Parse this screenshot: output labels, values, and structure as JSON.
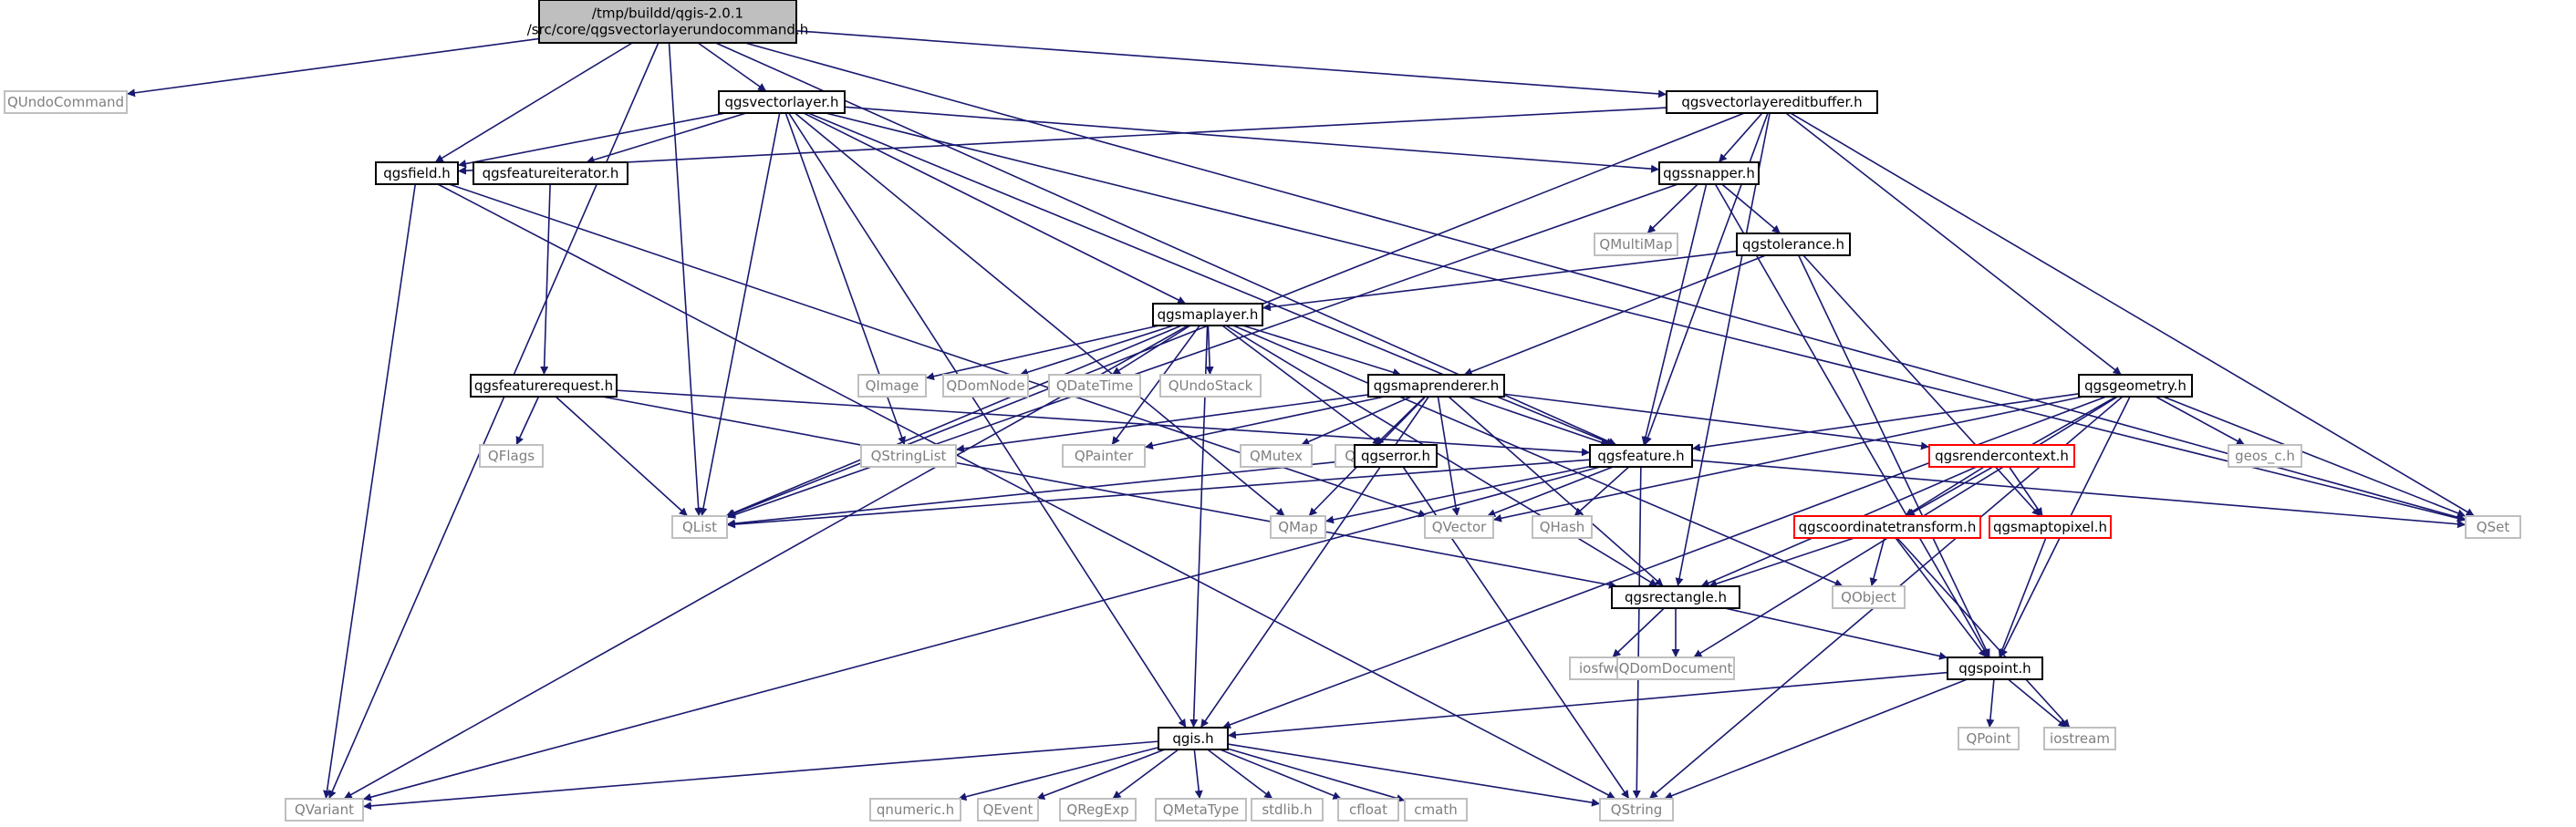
{
  "diagram": {
    "colors": {
      "edge": "#191970",
      "node_border": "#000000",
      "external_border": "#bfbfbf",
      "external_text": "#7f7f7f",
      "red_border": "#ff0000",
      "root_fill": "#bfbfbf",
      "text": "#000000"
    },
    "nodes": [
      {
        "id": "root",
        "label": "/tmp/buildd/qgis-2.0.1\n/src/core/qgsvectorlayerundocommand.h",
        "kind": "root"
      },
      {
        "id": "qundocommand",
        "label": "QUndoCommand",
        "kind": "external"
      },
      {
        "id": "qgsvectorlayer",
        "label": "qgsvectorlayer.h",
        "kind": "internal"
      },
      {
        "id": "qgsvectorlayereditbuffer",
        "label": "qgsvectorlayereditbuffer.h",
        "kind": "internal"
      },
      {
        "id": "qgsfield",
        "label": "qgsfield.h",
        "kind": "internal"
      },
      {
        "id": "qgsfeatureiterator",
        "label": "qgsfeatureiterator.h",
        "kind": "internal"
      },
      {
        "id": "qgssnapper",
        "label": "qgssnapper.h",
        "kind": "internal"
      },
      {
        "id": "qmultimap",
        "label": "QMultiMap",
        "kind": "external"
      },
      {
        "id": "qgstolerance",
        "label": "qgstolerance.h",
        "kind": "internal"
      },
      {
        "id": "qgsmaplayer",
        "label": "qgsmaplayer.h",
        "kind": "internal"
      },
      {
        "id": "qgsfeaturerequest",
        "label": "qgsfeaturerequest.h",
        "kind": "internal"
      },
      {
        "id": "qimage",
        "label": "QImage",
        "kind": "external"
      },
      {
        "id": "qdomnode",
        "label": "QDomNode",
        "kind": "external"
      },
      {
        "id": "qdatetime",
        "label": "QDateTime",
        "kind": "external"
      },
      {
        "id": "qundostack",
        "label": "QUndoStack",
        "kind": "external"
      },
      {
        "id": "qgsmaprenderer",
        "label": "qgsmaprenderer.h",
        "kind": "internal"
      },
      {
        "id": "qgsgeometry",
        "label": "qgsgeometry.h",
        "kind": "internal"
      },
      {
        "id": "qflags",
        "label": "QFlags",
        "kind": "external"
      },
      {
        "id": "qstringlist",
        "label": "QStringList",
        "kind": "external"
      },
      {
        "id": "qpainter",
        "label": "QPainter",
        "kind": "external"
      },
      {
        "id": "qmutex",
        "label": "QMutex",
        "kind": "external"
      },
      {
        "id": "qsize",
        "label": "QSize",
        "kind": "external"
      },
      {
        "id": "qgserror",
        "label": "qgserror.h",
        "kind": "internal"
      },
      {
        "id": "qgsfeature",
        "label": "qgsfeature.h",
        "kind": "internal"
      },
      {
        "id": "qgsrendercontext",
        "label": "qgsrendercontext.h",
        "kind": "red"
      },
      {
        "id": "geos_c",
        "label": "geos_c.h",
        "kind": "external"
      },
      {
        "id": "qlist",
        "label": "QList",
        "kind": "external"
      },
      {
        "id": "qmap",
        "label": "QMap",
        "kind": "external"
      },
      {
        "id": "qvector",
        "label": "QVector",
        "kind": "external"
      },
      {
        "id": "qhash",
        "label": "QHash",
        "kind": "external"
      },
      {
        "id": "qgscoordinatetransform",
        "label": "qgscoordinatetransform.h",
        "kind": "red"
      },
      {
        "id": "qgsmaptopixel",
        "label": "qgsmaptopixel.h",
        "kind": "red"
      },
      {
        "id": "qset",
        "label": "QSet",
        "kind": "external"
      },
      {
        "id": "qobject",
        "label": "QObject",
        "kind": "external"
      },
      {
        "id": "qgsrectangle",
        "label": "qgsrectangle.h",
        "kind": "internal"
      },
      {
        "id": "iosfwd",
        "label": "iosfwd",
        "kind": "external"
      },
      {
        "id": "qdomdocument",
        "label": "QDomDocument",
        "kind": "external"
      },
      {
        "id": "qgspoint",
        "label": "qgspoint.h",
        "kind": "internal"
      },
      {
        "id": "qpoint",
        "label": "QPoint",
        "kind": "external"
      },
      {
        "id": "iostream",
        "label": "iostream",
        "kind": "external"
      },
      {
        "id": "qgis",
        "label": "qgis.h",
        "kind": "internal"
      },
      {
        "id": "qvariant",
        "label": "QVariant",
        "kind": "external"
      },
      {
        "id": "qnumeric",
        "label": "qnumeric.h",
        "kind": "external"
      },
      {
        "id": "qevent",
        "label": "QEvent",
        "kind": "external"
      },
      {
        "id": "qregexp",
        "label": "QRegExp",
        "kind": "external"
      },
      {
        "id": "qmetatype",
        "label": "QMetaType",
        "kind": "external"
      },
      {
        "id": "stdlib",
        "label": "stdlib.h",
        "kind": "external"
      },
      {
        "id": "cfloat",
        "label": "cfloat",
        "kind": "external"
      },
      {
        "id": "cmath",
        "label": "cmath",
        "kind": "external"
      },
      {
        "id": "qstring",
        "label": "QString",
        "kind": "external"
      }
    ],
    "edges": [
      [
        "root",
        "qundocommand"
      ],
      [
        "root",
        "qgsvectorlayer"
      ],
      [
        "root",
        "qgsvectorlayereditbuffer"
      ],
      [
        "root",
        "qgsfield"
      ],
      [
        "root",
        "qvariant"
      ],
      [
        "root",
        "qlist"
      ],
      [
        "root",
        "qset"
      ],
      [
        "root",
        "qgsfeature"
      ],
      [
        "qgsvectorlayer",
        "qgsfield"
      ],
      [
        "qgsvectorlayer",
        "qgsfeatureiterator"
      ],
      [
        "qgsvectorlayer",
        "qgssnapper"
      ],
      [
        "qgsvectorlayer",
        "qgsmaplayer"
      ],
      [
        "qgsvectorlayer",
        "qgsfeature"
      ],
      [
        "qgsvectorlayer",
        "qlist"
      ],
      [
        "qgsvectorlayer",
        "qstringlist"
      ],
      [
        "qgsvectorlayer",
        "qset"
      ],
      [
        "qgsvectorlayer",
        "qgis"
      ],
      [
        "qgsvectorlayer",
        "qmap"
      ],
      [
        "qgsvectorlayereditbuffer",
        "qgsfield"
      ],
      [
        "qgsvectorlayereditbuffer",
        "qgssnapper"
      ],
      [
        "qgsvectorlayereditbuffer",
        "qgsgeometry"
      ],
      [
        "qgsvectorlayereditbuffer",
        "qgsfeature"
      ],
      [
        "qgsvectorlayereditbuffer",
        "qgsrectangle"
      ],
      [
        "qgsvectorlayereditbuffer",
        "qlist"
      ],
      [
        "qgsvectorlayereditbuffer",
        "qset"
      ],
      [
        "qgsfield",
        "qvariant"
      ],
      [
        "qgsfield",
        "qstring"
      ],
      [
        "qgsfield",
        "qvector"
      ],
      [
        "qgsfeatureiterator",
        "qgsfeaturerequest"
      ],
      [
        "qgssnapper",
        "qmultimap"
      ],
      [
        "qgssnapper",
        "qgstolerance"
      ],
      [
        "qgssnapper",
        "qgsfeature"
      ],
      [
        "qgssnapper",
        "qlist"
      ],
      [
        "qgssnapper",
        "qgspoint"
      ],
      [
        "qgstolerance",
        "qgsmaplayer"
      ],
      [
        "qgstolerance",
        "qgsmaprenderer"
      ],
      [
        "qgstolerance",
        "qgsmaptopixel"
      ],
      [
        "qgstolerance",
        "qgspoint"
      ],
      [
        "qgsmaplayer",
        "qimage"
      ],
      [
        "qgsmaplayer",
        "qdomnode"
      ],
      [
        "qgsmaplayer",
        "qdatetime"
      ],
      [
        "qgsmaplayer",
        "qundostack"
      ],
      [
        "qgsmaplayer",
        "qgsmaprenderer"
      ],
      [
        "qgsmaplayer",
        "qgserror"
      ],
      [
        "qgsmaplayer",
        "qgsrectangle"
      ],
      [
        "qgsmaplayer",
        "qgis"
      ],
      [
        "qgsmaplayer",
        "qvariant"
      ],
      [
        "qgsmaplayer",
        "qpainter"
      ],
      [
        "qgsmaplayer",
        "qobject"
      ],
      [
        "qgsmaplayer",
        "qlist"
      ],
      [
        "qgsfeaturerequest",
        "qflags"
      ],
      [
        "qgsfeaturerequest",
        "qgsfeature"
      ],
      [
        "qgsfeaturerequest",
        "qgsrectangle"
      ],
      [
        "qgsfeaturerequest",
        "qlist"
      ],
      [
        "qgsmaprenderer",
        "qstringlist"
      ],
      [
        "qgsmaprenderer",
        "qpainter"
      ],
      [
        "qgsmaprenderer",
        "qmutex"
      ],
      [
        "qgsmaprenderer",
        "qsize"
      ],
      [
        "qgsmaprenderer",
        "qgsfeature"
      ],
      [
        "qgsmaprenderer",
        "qgsrendercontext"
      ],
      [
        "qgsmaprenderer",
        "qgsrectangle"
      ],
      [
        "qgsmaprenderer",
        "qvector"
      ],
      [
        "qgsmaprenderer",
        "qgis"
      ],
      [
        "qgsmaprenderer",
        "qmap"
      ],
      [
        "qgsgeometry",
        "qgsfeature"
      ],
      [
        "qgsgeometry",
        "qgscoordinatetransform"
      ],
      [
        "qgsgeometry",
        "geos_c"
      ],
      [
        "qgsgeometry",
        "qset"
      ],
      [
        "qgsgeometry",
        "qgspoint"
      ],
      [
        "qgsgeometry",
        "qdomdocument"
      ],
      [
        "qgsgeometry",
        "qvector"
      ],
      [
        "qgsgeometry",
        "qgis"
      ],
      [
        "qgsgeometry",
        "qstring"
      ],
      [
        "qgserror",
        "qlist"
      ],
      [
        "qgserror",
        "qstring"
      ],
      [
        "qgsfeature",
        "qlist"
      ],
      [
        "qgsfeature",
        "qmap"
      ],
      [
        "qgsfeature",
        "qvector"
      ],
      [
        "qgsfeature",
        "qhash"
      ],
      [
        "qgsfeature",
        "qset"
      ],
      [
        "qgsfeature",
        "qvariant"
      ],
      [
        "qgsfeature",
        "qstring"
      ],
      [
        "qgsrendercontext",
        "qgscoordinatetransform"
      ],
      [
        "qgsrendercontext",
        "qgsmaptopixel"
      ],
      [
        "qgsrendercontext",
        "qgsrectangle"
      ],
      [
        "qgscoordinatetransform",
        "qobject"
      ],
      [
        "qgscoordinatetransform",
        "qgsrectangle"
      ],
      [
        "qgscoordinatetransform",
        "qgspoint"
      ],
      [
        "qgscoordinatetransform",
        "iostream"
      ],
      [
        "qgsmaptopixel",
        "qgspoint"
      ],
      [
        "qgsrectangle",
        "iosfwd"
      ],
      [
        "qgsrectangle",
        "qdomdocument"
      ],
      [
        "qgsrectangle",
        "qgspoint"
      ],
      [
        "qgspoint",
        "qpoint"
      ],
      [
        "qgspoint",
        "iostream"
      ],
      [
        "qgspoint",
        "qgis"
      ],
      [
        "qgspoint",
        "qstring"
      ],
      [
        "qgis",
        "qvariant"
      ],
      [
        "qgis",
        "qnumeric"
      ],
      [
        "qgis",
        "qevent"
      ],
      [
        "qgis",
        "qregexp"
      ],
      [
        "qgis",
        "qmetatype"
      ],
      [
        "qgis",
        "stdlib"
      ],
      [
        "qgis",
        "cfloat"
      ],
      [
        "qgis",
        "cmath"
      ],
      [
        "qgis",
        "qstring"
      ]
    ]
  }
}
